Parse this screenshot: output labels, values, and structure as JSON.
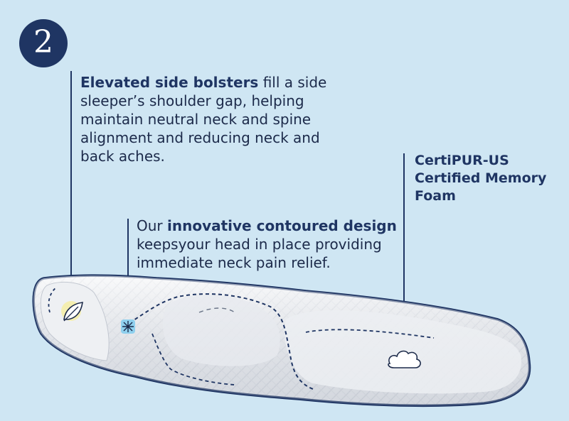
{
  "badge": {
    "number": "2"
  },
  "callouts": {
    "bolsters": {
      "bold": "Elevated side bolsters",
      "text": " fill a side sleeper’s shoulder gap, helping maintain neutral neck and spine alignment and reducing neck and back aches."
    },
    "contour": {
      "prefix": "Our ",
      "bold": "innovative contoured design",
      "text": " keepsyour head in place providing immediate neck pain relief."
    },
    "foam": {
      "text": "CertiPUR-US Certified Memory Foam"
    }
  },
  "colors": {
    "background": "#cfe6f3",
    "navy": "#1f3563",
    "pillow": "#f3f4f6",
    "leaf_circle": "#f4eeb0",
    "snowflake": "#8fd0ee"
  },
  "icons": [
    "leaf-icon",
    "snowflake-icon",
    "cloud-icon"
  ]
}
